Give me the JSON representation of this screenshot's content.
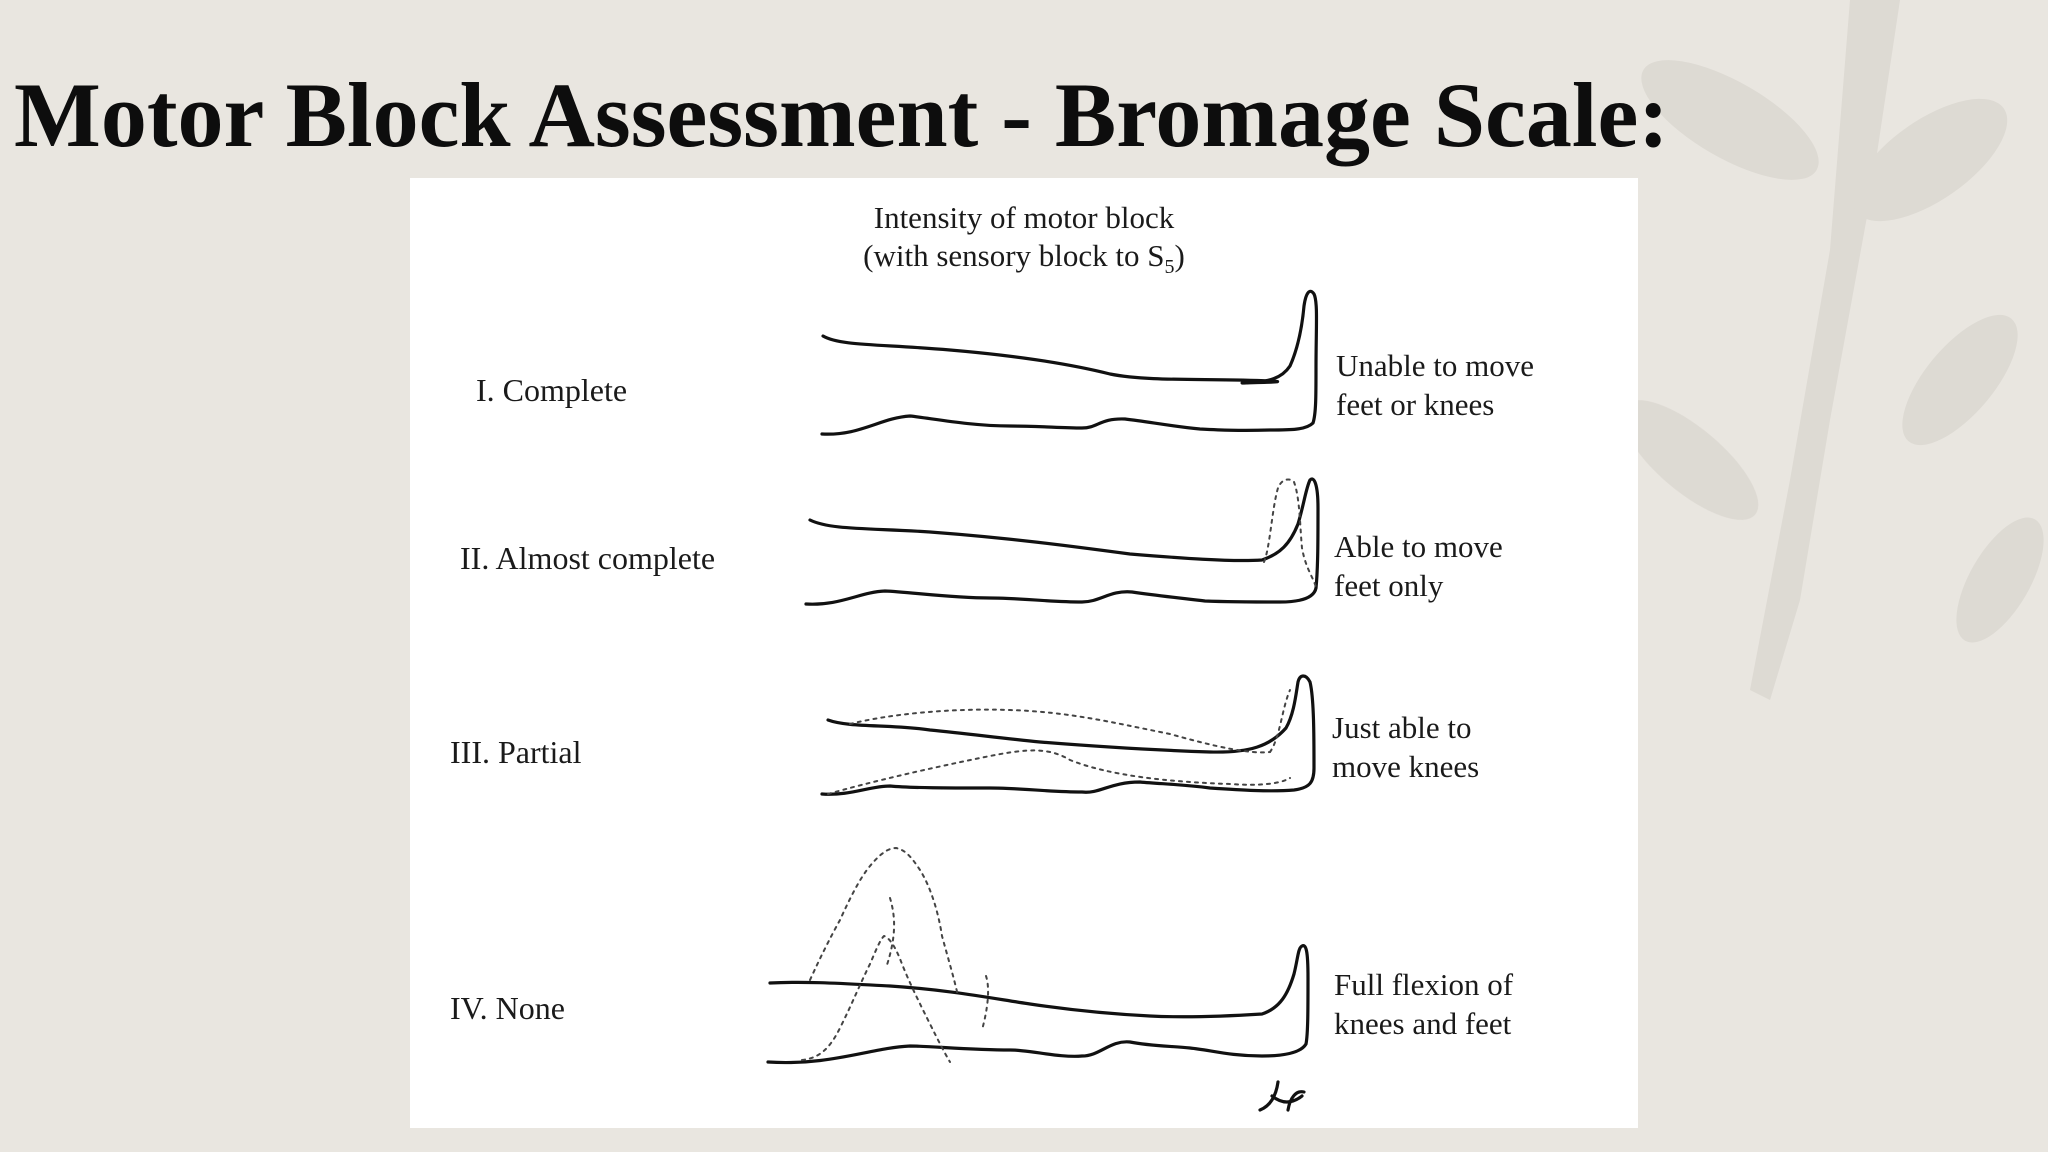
{
  "slide": {
    "title": "Motor Block Assessment - Bromage Scale:"
  },
  "figure": {
    "header_line1": "Intensity of motor block",
    "header_line2_prefix": "(with sensory block to S",
    "header_line2_subscript": "5",
    "header_line2_suffix": ")",
    "grades": [
      {
        "label": "I. Complete",
        "description_line1": "Unable to move",
        "description_line2": "feet or knees"
      },
      {
        "label": "II. Almost complete",
        "description_line1": "Able to move",
        "description_line2": "feet only"
      },
      {
        "label": "III. Partial",
        "description_line1": "Just able to",
        "description_line2": "move knees"
      },
      {
        "label": "IV. None",
        "description_line1": "Full flexion of",
        "description_line2": "knees and feet"
      }
    ]
  }
}
